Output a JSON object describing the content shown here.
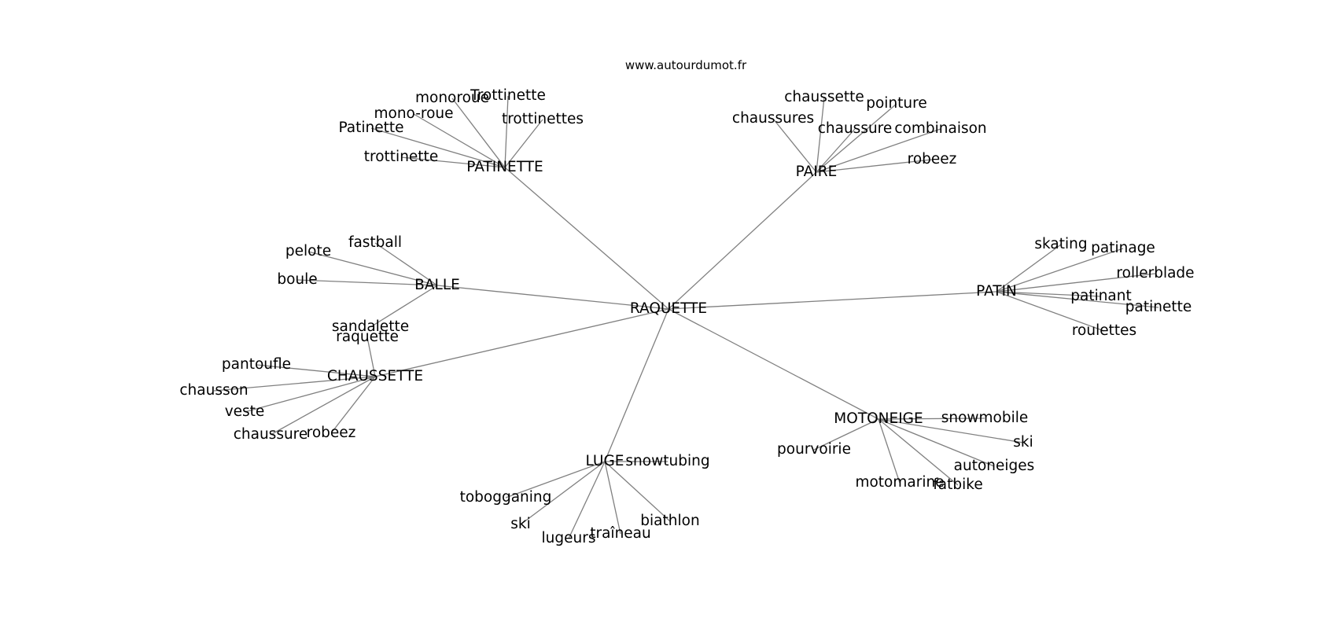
{
  "source": "www.autourdumot.fr",
  "root": "RAQUETTE",
  "groups": [
    {
      "hub": "PATINETTE",
      "words": [
        "trottinette",
        "Patinette",
        "mono-roue",
        "monoroue",
        "Trottinette",
        "trottinettes"
      ]
    },
    {
      "hub": "PAIRE",
      "words": [
        "chaussures",
        "chaussette",
        "chaussure",
        "pointure",
        "combinaison",
        "robeez"
      ]
    },
    {
      "hub": "BALLE",
      "words": [
        "pelote",
        "fastball",
        "boule",
        "sandalette"
      ]
    },
    {
      "hub": "PATIN",
      "words": [
        "skating",
        "patinage",
        "rollerblade",
        "patinant",
        "patinette",
        "roulettes"
      ]
    },
    {
      "hub": "CHAUSSETTE",
      "words": [
        "raquette",
        "pantoufle",
        "chausson",
        "veste",
        "chaussure",
        "robeez"
      ]
    },
    {
      "hub": "MOTONEIGE",
      "words": [
        "snowmobile",
        "ski",
        "autoneiges",
        "fatbike",
        "motomarine",
        "pourvoirie"
      ]
    },
    {
      "hub": "LUGE",
      "words": [
        "snowtubing",
        "tobogganing",
        "ski",
        "lugeurs",
        "traîneau",
        "biathlon"
      ]
    }
  ]
}
